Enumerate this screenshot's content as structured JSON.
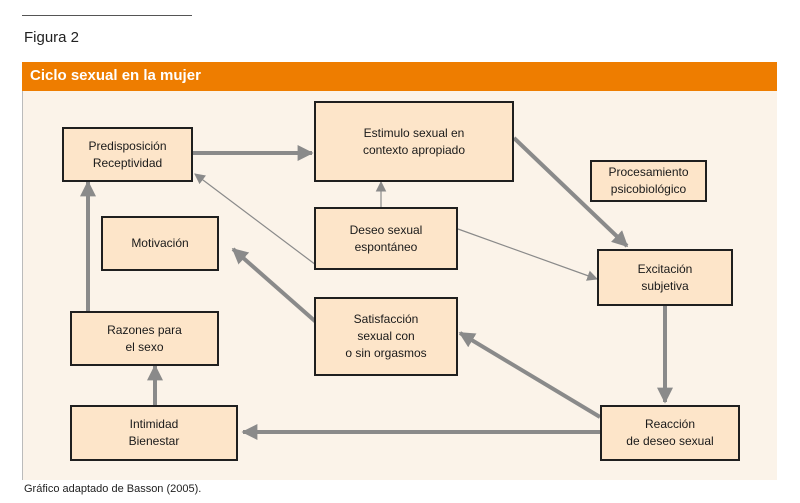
{
  "figure": {
    "label": "Figura 2",
    "title": "Ciclo sexual en la mujer",
    "caption": "Gráfico adaptado de Basson (2005)."
  },
  "nodes": {
    "predisposicion": {
      "line1": "Predisposición",
      "line2": "Receptividad"
    },
    "estimulo": {
      "line1": "Estimulo sexual en",
      "line2": "contexto apropiado"
    },
    "procesamiento": {
      "line1": "Procesamiento",
      "line2": "psicobiológico"
    },
    "motivacion": {
      "line1": "Motivación"
    },
    "deseo_espontaneo": {
      "line1": "Deseo sexual",
      "line2": "espontáneo"
    },
    "excitacion": {
      "line1": "Excitación",
      "line2": "subjetiva"
    },
    "razones": {
      "line1": "Razones para",
      "line2": "el sexo"
    },
    "satisfaccion": {
      "line1": "Satisfacción",
      "line2": "sexual con",
      "line3": "o sin orgasmos"
    },
    "intimidad": {
      "line1": "Intimidad",
      "line2": "Bienestar"
    },
    "reaccion": {
      "line1": "Reacción",
      "line2": "de deseo sexual"
    }
  },
  "colors": {
    "header": "#ee7d00",
    "panel": "#fbf3e9",
    "box_fill": "#fde5c9",
    "arrow": "#8a8a8a"
  }
}
